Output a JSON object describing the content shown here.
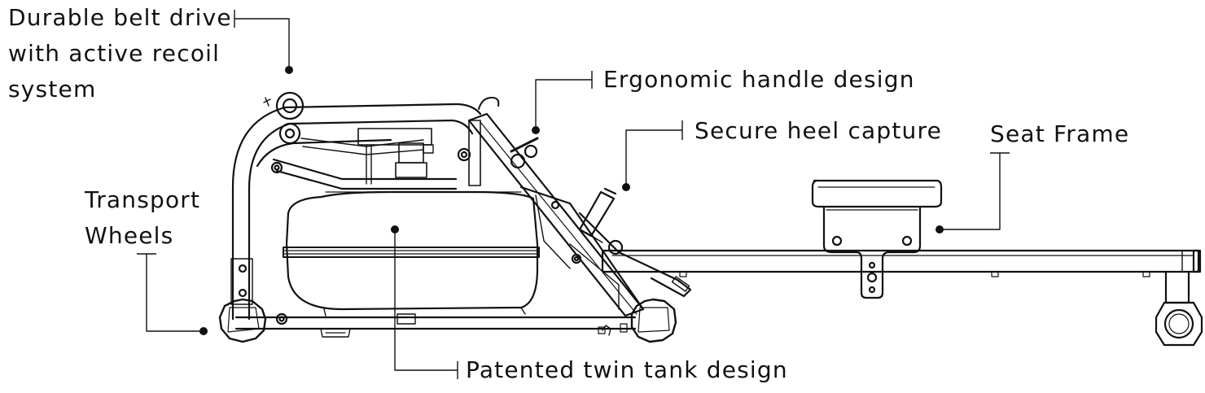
{
  "diagram": {
    "accent_color": "#111111",
    "callouts": {
      "belt": [
        "Durable belt drive",
        "with active recoil",
        "system"
      ],
      "wheels": [
        "Transport",
        "Wheels"
      ],
      "handle": "Ergonomic handle design",
      "heel": "Secure heel capture",
      "seat": "Seat Frame",
      "tank": "Patented twin tank design"
    }
  }
}
